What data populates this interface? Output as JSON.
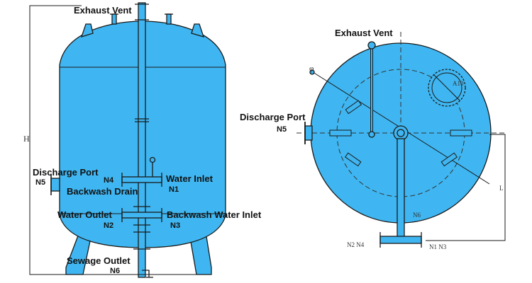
{
  "diagram": {
    "colors": {
      "tank_fill": "#3fb6f1",
      "line": "#1a1a1a",
      "dashed": "#333333",
      "background": "#ffffff"
    },
    "side_view": {
      "exhaust_vent": "Exhaust Vent",
      "discharge_port": "Discharge Port",
      "discharge_tag": "N5",
      "water_inlet": "Water Inlet",
      "water_inlet_tag": "N1",
      "backwash_drain_tag": "N4",
      "backwash_drain": "Backwash Drain",
      "water_outlet": "Water Outlet",
      "water_outlet_tag": "N2",
      "backwash_water_inlet": "Backwash Water Inlet",
      "backwash_water_inlet_tag": "N3",
      "sewage_outlet": "Sewage Outlet",
      "sewage_outlet_tag": "N6",
      "height_mark": "H"
    },
    "top_view": {
      "exhaust_vent": "Exhaust Vent",
      "discharge_port": "Discharge Port",
      "discharge_tag": "N5",
      "bottom_left_tags": "N2 N4",
      "bottom_right_tags": "N1 N3",
      "n6_tag": "N6",
      "manhole_tag": "A10",
      "diameter_mark": "φ",
      "side_dim_mark": "L"
    }
  }
}
